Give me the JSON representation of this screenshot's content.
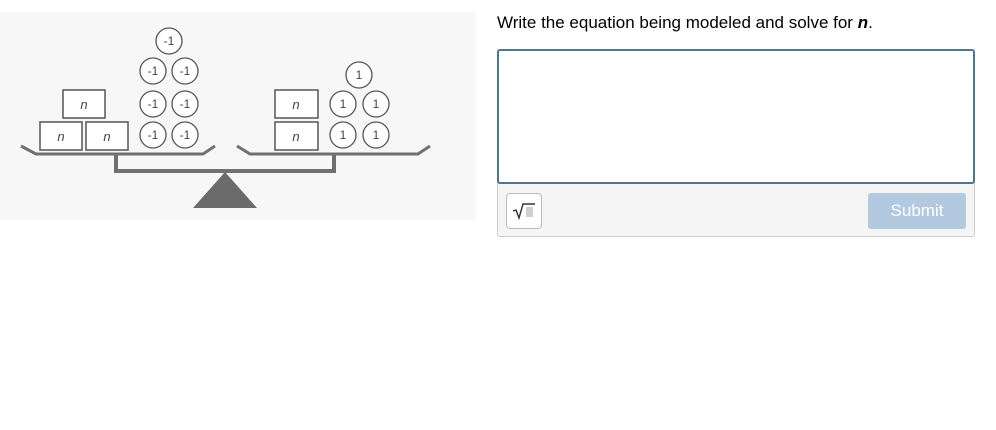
{
  "question": {
    "text_before": "Write the equation being modeled and solve for ",
    "variable": "n",
    "text_after": "."
  },
  "figure": {
    "left_pan": {
      "variable_blocks": [
        "n",
        "n",
        "n"
      ],
      "unit_tiles": [
        "-1",
        "-1",
        "-1",
        "-1",
        "-1",
        "-1",
        "-1"
      ]
    },
    "right_pan": {
      "variable_blocks": [
        "n",
        "n"
      ],
      "unit_tiles": [
        "1",
        "1",
        "1",
        "1",
        "1"
      ]
    }
  },
  "answer": {
    "value": "",
    "placeholder": ""
  },
  "toolbar": {
    "math_icon": "square-root-icon",
    "submit_label": "Submit"
  },
  "colors": {
    "input_border": "#4a7a93",
    "submit_disabled": "#b3c9df",
    "toolbar_bg": "#f5f5f5"
  }
}
